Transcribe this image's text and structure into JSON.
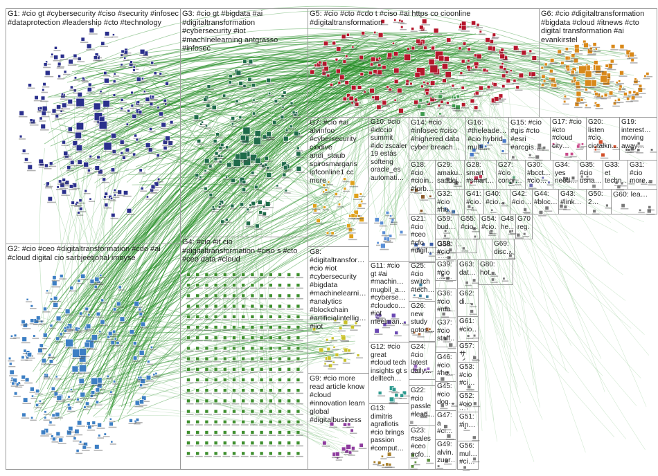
{
  "groups": [
    {
      "id": "G1",
      "label": "G1: #cio gt #cybersecurity #ciso #security #infosec #dataprotection #leadership #cto #technology",
      "color": "#2a2f8c"
    },
    {
      "id": "G2",
      "label": "G2: #cio #ceo #digitaltransformation #cdo #ai #cloud digital cio sarbjeetjohal imoyse",
      "color": "#3d7fc4"
    },
    {
      "id": "G3",
      "label": "G3: #cio gt #bigdata #ai #digitaltransformation #cybersecurity #iot #machinelearning antgrasso #infosec",
      "color": "#1f6b4a"
    },
    {
      "id": "G4",
      "label": "G4: #cio #it cio #digitaltransformation #ciso s #cto #ceo data #cloud",
      "color": "#3e8f2e"
    },
    {
      "id": "G5",
      "label": "G5: #cio #cto #cdo t #ciso #ai https co cioonline #digitaltransformation",
      "color": "#b5162b"
    },
    {
      "id": "G6",
      "label": "G6: #cio #digitaltransformation #bigdata #cloud #itnews #cto digital transformation #ai evankirstel",
      "color": "#d9891a"
    },
    {
      "id": "G7",
      "label": "G7: #cio #ai alvinfoo #cybersecurity ciodive andi_staub spirosmargaris ipfconline1 cc more",
      "color": "#e0a11b"
    },
    {
      "id": "G8",
      "label": "G8: #digitaltransfor… #cio #iot #cybersecurity #bigdata #machinelearni… #analytics #blockchain #artificialintellig… #iiot",
      "color": "#c9c22a"
    },
    {
      "id": "G9",
      "label": "G9: #cio more read article know #cloud #innovation learn global #digitalbusiness",
      "color": "#8e3c9e"
    },
    {
      "id": "G10",
      "label": "G10: #cio #idccio summit #idc zscaler 19 estás softeng oracle_es automati…",
      "color": "#5a8fd6"
    },
    {
      "id": "G11",
      "label": "G11: #cio gt #ai #machin… mugbil_a… #cyberse… #cloudco… #iot rneelman…",
      "color": "#6b49b3"
    },
    {
      "id": "G12",
      "label": "G12: #cio great #cloud tech insights gt s delltech…",
      "color": "#2e9a8f"
    },
    {
      "id": "G13",
      "label": "G13: dimitris agrafiotis #cio brings passion #comput…",
      "color": "#a87f2a"
    },
    {
      "id": "G14",
      "label": "G14: #cio #infosec #ciso #highered data cyber breach…",
      "color": "#3d9a4d"
    },
    {
      "id": "G15",
      "label": "G15: #cio #gis #cto #esri #arcgis…",
      "color": "#7a7a7a"
    },
    {
      "id": "G16",
      "label": "G16: #theleade… #cio hybrid multi…",
      "color": "#4a7bc8"
    },
    {
      "id": "G17",
      "label": "G17: #cio #cto #cloud city…",
      "color": "#c94a8a"
    },
    {
      "id": "G18",
      "label": "G18: #cio #cioin… #forb…",
      "color": "#8b5a2b"
    },
    {
      "id": "G19",
      "label": "G19: interest… moving away…",
      "color": "#6a6a6a"
    },
    {
      "id": "G20",
      "label": "G20: listen #cio ciotalkn…",
      "color": "#d14f2a"
    },
    {
      "id": "G21",
      "label": "G21: #cio #ceo #cfo #digit…",
      "color": "#3c5ea8"
    },
    {
      "id": "G22",
      "label": "G22: #cio passle #lead…",
      "color": "#a0a0a0"
    },
    {
      "id": "G23",
      "label": "G23: #sales #ceo #cfo…",
      "color": "#5b8f3e"
    },
    {
      "id": "G24",
      "label": "G24: #cio latest daily…",
      "color": "#9a6ac0"
    },
    {
      "id": "G25",
      "label": "G25: #cio switch #tech…",
      "color": "#3b7f9e"
    },
    {
      "id": "G26",
      "label": "G26: new study gotos…",
      "color": "#b06a3a"
    },
    {
      "id": "G27",
      "label": "G27: #cio congr…",
      "color": "#4f9e73"
    },
    {
      "id": "G28",
      "label": "G28: smart #smart…",
      "color": "#c23d5a"
    },
    {
      "id": "G29",
      "label": "G29: amaku… sandej…",
      "color": "#777777"
    },
    {
      "id": "G30",
      "label": "G30: #bcct… #cio…",
      "color": "#6b6bb0"
    },
    {
      "id": "G31",
      "label": "G31: #cio more…",
      "color": "#888888"
    },
    {
      "id": "G32",
      "label": "G32: #cio #he…",
      "color": "#4f7fb5"
    },
    {
      "id": "G33",
      "label": "G33: et techn…",
      "color": "#7f7f7f"
    },
    {
      "id": "G34",
      "label": "G34: yes need…",
      "color": "#6f6f6f"
    },
    {
      "id": "G35",
      "label": "G35: #cio usna…",
      "color": "#8a8a8a"
    },
    {
      "id": "G36",
      "label": "G36: #cio #ma…",
      "color": "#7a7a7a"
    },
    {
      "id": "G37",
      "label": "G37: #cio staff…",
      "color": "#7a7a7a"
    },
    {
      "id": "G38",
      "label": "G38: #cio exce…",
      "color": "#7a7a7a"
    },
    {
      "id": "G39",
      "label": "G39: #cio work…",
      "color": "#7a7a7a"
    },
    {
      "id": "G40",
      "label": "G40: #cio…",
      "color": "#7a7a7a"
    },
    {
      "id": "G41",
      "label": "G41: #cio…",
      "color": "#7a7a7a"
    },
    {
      "id": "G42",
      "label": "G42: #cio…",
      "color": "#7a7a7a"
    },
    {
      "id": "G43",
      "label": "G43: #link…",
      "color": "#7a7a7a"
    },
    {
      "id": "G44",
      "label": "G44: #bloc…",
      "color": "#7a7a7a"
    },
    {
      "id": "G45",
      "label": "G45: #cio dog…",
      "color": "#7a7a7a"
    },
    {
      "id": "G46",
      "label": "G46: #cio #he…",
      "color": "#7a7a7a"
    },
    {
      "id": "G47",
      "label": "G47: a #ci…",
      "color": "#7a7a7a"
    },
    {
      "id": "G48",
      "label": "G48: he…",
      "color": "#7a7a7a"
    },
    {
      "id": "G49",
      "label": "G49: alvin… zuor…",
      "color": "#7a7a7a"
    },
    {
      "id": "G50",
      "label": "G50: 2…",
      "color": "#7a7a7a"
    },
    {
      "id": "G51",
      "label": "G51: #in…",
      "color": "#7a7a7a"
    },
    {
      "id": "G52",
      "label": "G52: #cio #ci…",
      "color": "#7a7a7a"
    },
    {
      "id": "G53",
      "label": "G53: #cio #ci…",
      "color": "#7a7a7a"
    },
    {
      "id": "G54",
      "label": "G54: #cio…",
      "color": "#7a7a7a"
    },
    {
      "id": "G55",
      "label": "G55: #cio…",
      "color": "#7a7a7a"
    },
    {
      "id": "G56",
      "label": "G56: mul… #ci…",
      "color": "#7a7a7a"
    },
    {
      "id": "G57",
      "label": "G57: サイ…",
      "color": "#7a7a7a"
    },
    {
      "id": "G58",
      "label": "G58: …",
      "color": "#7a7a7a"
    },
    {
      "id": "G59",
      "label": "G59: bud…",
      "color": "#7a7a7a"
    },
    {
      "id": "G60",
      "label": "G60: lea…",
      "color": "#7a7a7a"
    },
    {
      "id": "G61",
      "label": "G61: #cio…",
      "color": "#7a7a7a"
    },
    {
      "id": "G62",
      "label": "G62: di…",
      "color": "#7a7a7a"
    },
    {
      "id": "G63",
      "label": "G63: dat…",
      "color": "#7a7a7a"
    },
    {
      "id": "G69",
      "label": "G69: disc…",
      "color": "#7a7a7a"
    },
    {
      "id": "G70",
      "label": "G70: reg…",
      "color": "#7a7a7a"
    },
    {
      "id": "G80",
      "label": "G80: hot…",
      "color": "#7a7a7a"
    }
  ],
  "edge_colors": {
    "strong": "#1d8a1d",
    "light": "#7fc07f",
    "faint": "#a8d8a8"
  }
}
